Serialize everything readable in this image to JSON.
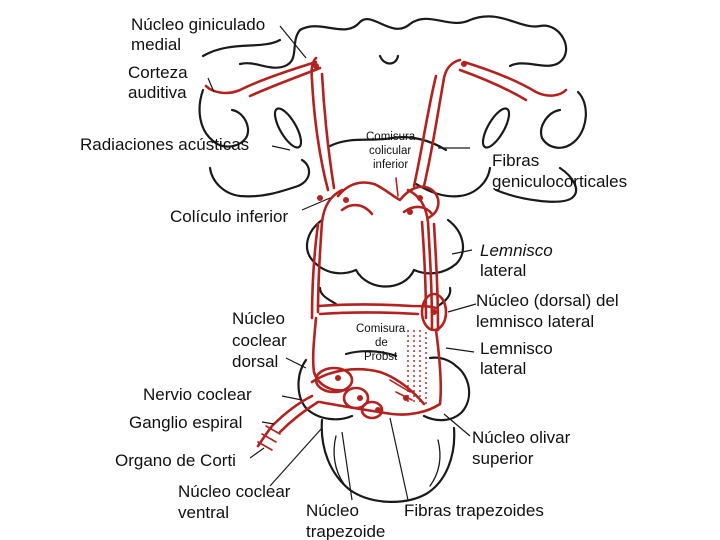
{
  "diagram": {
    "colors": {
      "pathway": "#b3221f",
      "outline": "#1a1a1a",
      "text": "#111111"
    },
    "labels": {
      "geniculate_1": "Núcleo giniculado",
      "geniculate_2": "medial",
      "cortex_1": "Corteza",
      "cortex_2": "auditiva",
      "radiations": "Radiaciones acústicas",
      "commissure_ic_1": "Comisura",
      "commissure_ic_2": "colicular",
      "commissure_ic_3": "inferior",
      "geniculocortical_1": "Fibras",
      "geniculocortical_2": "geniculocorticales",
      "inferior_colliculus": "Colículo inferior",
      "lemniscus_upper_1": "Lemnisco",
      "lemniscus_upper_2": "lateral",
      "dorsal_ll_nucleus_1": "Núcleo (dorsal) del",
      "dorsal_ll_nucleus_2": "lemnisco lateral",
      "dorsal_cochlear_1": "Núcleo",
      "dorsal_cochlear_2": "coclear",
      "dorsal_cochlear_3": "dorsal",
      "probst_1": "Comisura",
      "probst_2": "de",
      "probst_3": "Probst",
      "lemniscus_lower_1": "Lemnisco",
      "lemniscus_lower_2": "lateral",
      "cochlear_nerve": "Nervio coclear",
      "spiral_ganglion": "Ganglio espiral",
      "corti": "Organo de Corti",
      "superior_olive_1": "Núcleo olivar",
      "superior_olive_2": "superior",
      "ventral_cochlear_1": "Núcleo coclear",
      "ventral_cochlear_2": "ventral",
      "trapezoid_nucleus_1": "Núcleo",
      "trapezoid_nucleus_2": "trapezoide",
      "trapezoid_fibers": "Fibras trapezoides"
    }
  }
}
